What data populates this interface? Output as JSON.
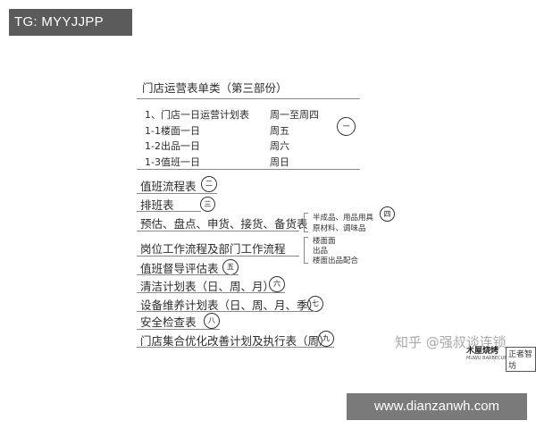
{
  "tag": "TG: MYYJJPP",
  "title": "门店运营表单类（第三部份）",
  "group1": {
    "rows": [
      {
        "label": "1、门店一日运营计划表",
        "day": "周一至周四"
      },
      {
        "label": "1-1楼面一日",
        "day": "周五"
      },
      {
        "label": "1-2出品一日",
        "day": "周六"
      },
      {
        "label": "1-3值班一日",
        "day": "周日"
      }
    ],
    "badge": "一"
  },
  "items": [
    {
      "label": "值班流程表",
      "badge": "二"
    },
    {
      "label": "排班表",
      "badge": "三"
    },
    {
      "label": "预估、盘点、申货、接货、备货表",
      "badge": "四"
    },
    {
      "label": "岗位工作流程及部门工作流程",
      "badge": ""
    },
    {
      "label": "值班督导评估表",
      "badge": "五"
    },
    {
      "label": "清洁计划表（日、周、月）",
      "badge": "六"
    },
    {
      "label": "设备维养计划表（日、周、月、季）",
      "badge": "七"
    },
    {
      "label": "安全检查表",
      "badge": "八"
    },
    {
      "label": "门店集合优化改善计划及执行表（周）",
      "badge": "九"
    }
  ],
  "side_notes": {
    "prep": [
      "半成品、用品用具",
      "原材料、调味品"
    ],
    "roles": [
      "楼面面",
      "出品",
      "楼面出品配合"
    ]
  },
  "watermark": {
    "zhihu": "知乎 @强叔谈连锁",
    "logo_mark": "木屋烧烤",
    "logo_sub": "MUWU BARBECUE",
    "logo_name": "正者智坊",
    "site": "www.dianzanwh.com"
  }
}
